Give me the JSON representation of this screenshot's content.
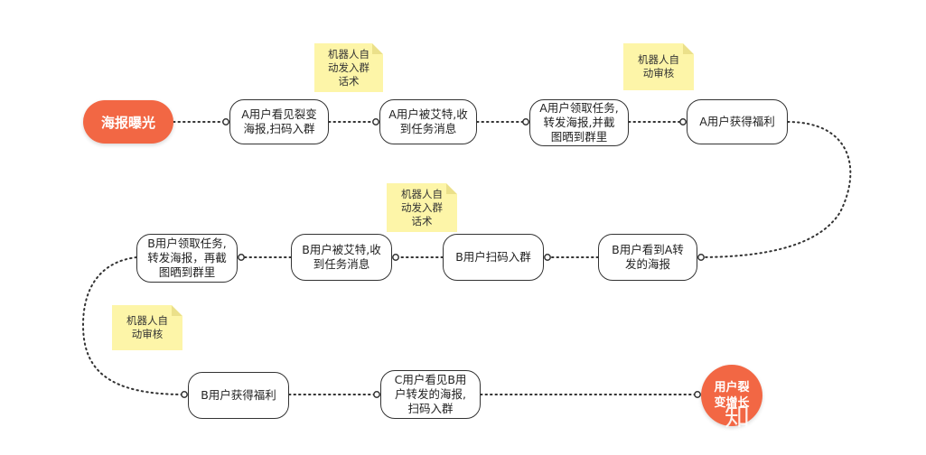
{
  "diagram": {
    "start": "海报曝光",
    "end": "用户裂\n变增长",
    "row1": [
      "A用户看见裂变\n海报,扫码入群",
      "A用户被艾特,收\n到任务消息",
      "A用户领取任务,\n转发海报,并截\n图晒到群里",
      "A用户获得福利"
    ],
    "row2": [
      "B用户看到A转\n发的海报",
      "B用户扫码入群",
      "B用户被艾特,收\n到任务消息",
      "B用户领取任务,\n转发海报，再截\n图晒到群里"
    ],
    "row3": [
      "B用户获得福利",
      "C用户看见B用\n户转发的海报,\n扫码入群"
    ],
    "notes": [
      "机器人自\n动发入群\n话术",
      "机器人自\n动审核",
      "机器人自\n动发入群\n话术",
      "机器人自\n动审核"
    ],
    "colors": {
      "accent": "#f26744",
      "note": "#fdf5a8",
      "line": "#333333"
    }
  },
  "watermark": "知"
}
